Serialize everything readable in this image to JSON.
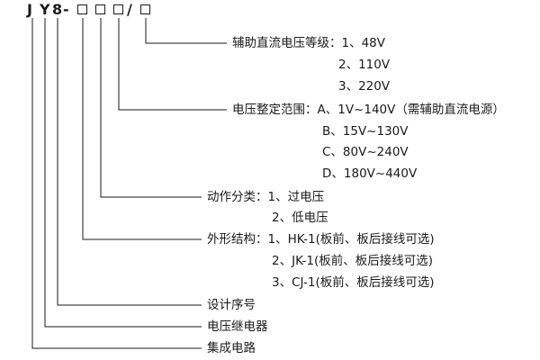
{
  "model": {
    "chars": [
      "J",
      "Y",
      "8",
      "-",
      "/"
    ],
    "placeholder_symbol": "□",
    "placeholder_count": 4,
    "code_display": "JY8-□□□/□"
  },
  "groups": [
    {
      "id": "aux-dc-voltage",
      "label": "辅助直流电压等级：1、48V",
      "items": [
        "2、110V",
        "3、220V"
      ]
    },
    {
      "id": "voltage-setting-range",
      "label": "电压整定范围：A、1V~140V（需辅助直流电源）",
      "items": [
        "B、15V~130V",
        "C、80V~240V",
        "D、180V~440V"
      ]
    },
    {
      "id": "action-class",
      "label": "动作分类：1、过电压",
      "items": [
        "2、低电压"
      ]
    },
    {
      "id": "shape-structure",
      "label": "外形结构：1、HK-1(板前、板后接线可选)",
      "items": [
        "2、JK-1(板前、板后接线可选)",
        "3、CJ-1(板前、板后接线可选)"
      ]
    },
    {
      "id": "design-serial",
      "label": "设计序号",
      "items": []
    },
    {
      "id": "voltage-relay",
      "label": "电压继电器",
      "items": []
    },
    {
      "id": "integrated-circuit",
      "label": "集成电路",
      "items": []
    }
  ],
  "colors": {
    "background": "#ffffff",
    "ink": "#1a1a1a",
    "line": "#1a1a1a"
  }
}
